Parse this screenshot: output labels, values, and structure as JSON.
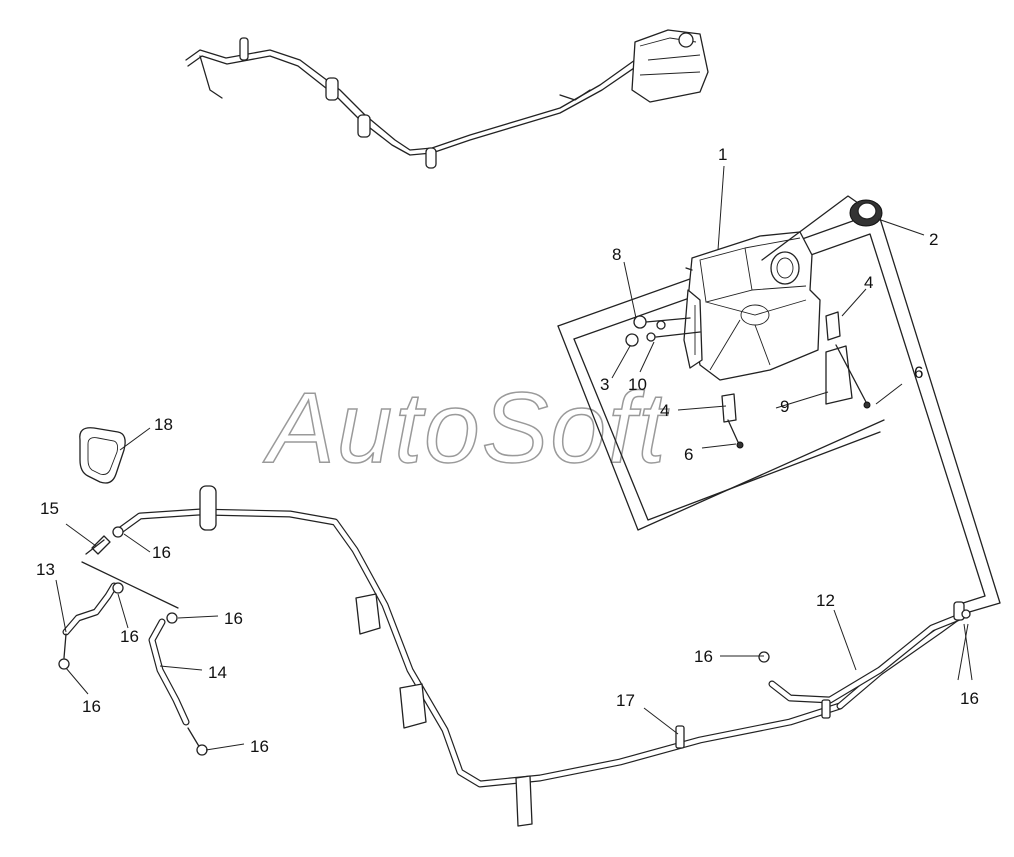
{
  "watermark": "AutoSoft",
  "callouts": [
    "1",
    "2",
    "3",
    "4",
    "4",
    "6",
    "6",
    "8",
    "9",
    "10",
    "12",
    "13",
    "14",
    "15",
    "16",
    "16",
    "16",
    "16",
    "16",
    "16",
    "16",
    "17",
    "18"
  ]
}
